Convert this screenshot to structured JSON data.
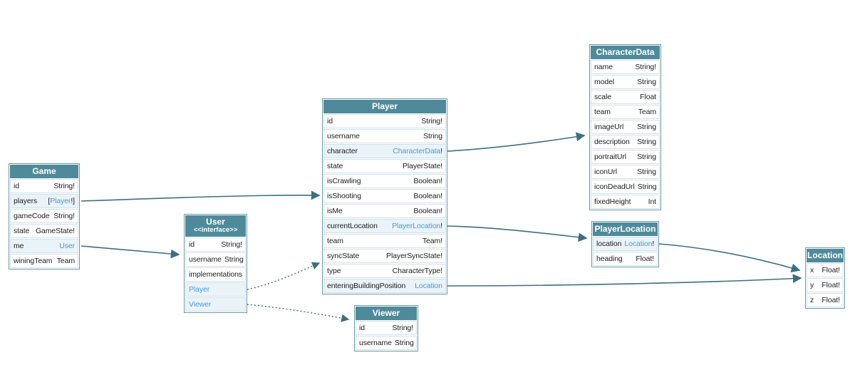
{
  "colors": {
    "header_bg": "#4f8a9a",
    "header_text": "#ffffff",
    "link": "#4a98d8",
    "edge": "#3d6f80",
    "row_highlight": "#eaf3f8",
    "table_border": "#6b9aa9",
    "row_border": "#d2e1e9",
    "text": "#1d1d1d",
    "canvas_bg": "#ffffff"
  },
  "tables": [
    {
      "name": "Game",
      "fields": [
        {
          "name": "id",
          "highlight": false,
          "type": [
            {
              "text": "String!",
              "link": false
            }
          ]
        },
        {
          "name": "players",
          "highlight": true,
          "type": [
            {
              "text": "[",
              "link": false
            },
            {
              "text": "Player",
              "link": true
            },
            {
              "text": "!]",
              "link": false
            }
          ]
        },
        {
          "name": "gameCode",
          "highlight": false,
          "type": [
            {
              "text": "String!",
              "link": false
            }
          ]
        },
        {
          "name": "state",
          "highlight": false,
          "type": [
            {
              "text": "GameState!",
              "link": false
            }
          ]
        },
        {
          "name": "me",
          "highlight": true,
          "type": [
            {
              "text": "User",
              "link": true
            }
          ]
        },
        {
          "name": "winingTeam",
          "highlight": false,
          "type": [
            {
              "text": "Team",
              "link": false
            }
          ]
        }
      ]
    },
    {
      "name": "User",
      "stereotype": "<<interface>>",
      "fields": [
        {
          "name": "id",
          "highlight": false,
          "type": [
            {
              "text": "String!",
              "link": false
            }
          ]
        },
        {
          "name": "username",
          "highlight": false,
          "type": [
            {
              "text": "String",
              "link": false
            }
          ]
        },
        {
          "name": "implementations",
          "highlight": false,
          "type": []
        },
        {
          "name": "Player",
          "name_link": true,
          "highlight": true,
          "type": []
        },
        {
          "name": "Viewer",
          "name_link": true,
          "highlight": true,
          "type": []
        }
      ]
    },
    {
      "name": "Player",
      "fields": [
        {
          "name": "id",
          "highlight": false,
          "type": [
            {
              "text": "String!",
              "link": false
            }
          ]
        },
        {
          "name": "username",
          "highlight": false,
          "type": [
            {
              "text": "String",
              "link": false
            }
          ]
        },
        {
          "name": "character",
          "highlight": true,
          "type": [
            {
              "text": "CharacterData",
              "link": true
            },
            {
              "text": "!",
              "link": false
            }
          ]
        },
        {
          "name": "state",
          "highlight": false,
          "type": [
            {
              "text": "PlayerState!",
              "link": false
            }
          ]
        },
        {
          "name": "isCrawling",
          "highlight": false,
          "type": [
            {
              "text": "Boolean!",
              "link": false
            }
          ]
        },
        {
          "name": "isShooting",
          "highlight": false,
          "type": [
            {
              "text": "Boolean!",
              "link": false
            }
          ]
        },
        {
          "name": "isMe",
          "highlight": false,
          "type": [
            {
              "text": "Boolean!",
              "link": false
            }
          ]
        },
        {
          "name": "currentLocation",
          "highlight": true,
          "type": [
            {
              "text": "PlayerLocation",
              "link": true
            },
            {
              "text": "!",
              "link": false
            }
          ]
        },
        {
          "name": "team",
          "highlight": false,
          "type": [
            {
              "text": "Team!",
              "link": false
            }
          ]
        },
        {
          "name": "syncState",
          "highlight": false,
          "type": [
            {
              "text": "PlayerSyncState!",
              "link": false
            }
          ]
        },
        {
          "name": "type",
          "highlight": false,
          "type": [
            {
              "text": "CharacterType!",
              "link": false
            }
          ]
        },
        {
          "name": "enteringBuildingPosition",
          "highlight": true,
          "type": [
            {
              "text": "Location",
              "link": true
            }
          ]
        }
      ]
    },
    {
      "name": "Viewer",
      "fields": [
        {
          "name": "id",
          "highlight": false,
          "type": [
            {
              "text": "String!",
              "link": false
            }
          ]
        },
        {
          "name": "username",
          "highlight": false,
          "type": [
            {
              "text": "String",
              "link": false
            }
          ]
        }
      ]
    },
    {
      "name": "CharacterData",
      "fields": [
        {
          "name": "name",
          "highlight": false,
          "type": [
            {
              "text": "String!",
              "link": false
            }
          ]
        },
        {
          "name": "model",
          "highlight": false,
          "type": [
            {
              "text": "String",
              "link": false
            }
          ]
        },
        {
          "name": "scale",
          "highlight": false,
          "type": [
            {
              "text": "Float",
              "link": false
            }
          ]
        },
        {
          "name": "team",
          "highlight": false,
          "type": [
            {
              "text": "Team",
              "link": false
            }
          ]
        },
        {
          "name": "imageUrl",
          "highlight": false,
          "type": [
            {
              "text": "String",
              "link": false
            }
          ]
        },
        {
          "name": "description",
          "highlight": false,
          "type": [
            {
              "text": "String",
              "link": false
            }
          ]
        },
        {
          "name": "portraitUrl",
          "highlight": false,
          "type": [
            {
              "text": "String",
              "link": false
            }
          ]
        },
        {
          "name": "iconUrl",
          "highlight": false,
          "type": [
            {
              "text": "String",
              "link": false
            }
          ]
        },
        {
          "name": "iconDeadUrl",
          "highlight": false,
          "type": [
            {
              "text": "String",
              "link": false
            }
          ]
        },
        {
          "name": "fixedHeight",
          "highlight": false,
          "type": [
            {
              "text": "Int",
              "link": false
            }
          ]
        }
      ]
    },
    {
      "name": "PlayerLocation",
      "fields": [
        {
          "name": "location",
          "highlight": true,
          "type": [
            {
              "text": "Location",
              "link": true
            },
            {
              "text": "!",
              "link": false
            }
          ]
        },
        {
          "name": "heading",
          "highlight": false,
          "type": [
            {
              "text": "Float!",
              "link": false
            }
          ]
        }
      ]
    },
    {
      "name": "Location",
      "fields": [
        {
          "name": "x",
          "highlight": false,
          "type": [
            {
              "text": "Float!",
              "link": false
            }
          ]
        },
        {
          "name": "y",
          "highlight": false,
          "type": [
            {
              "text": "Float!",
              "link": false
            }
          ]
        },
        {
          "name": "z",
          "highlight": false,
          "type": [
            {
              "text": "Float!",
              "link": false
            }
          ]
        }
      ]
    }
  ],
  "edges": [
    {
      "from": "Game.players",
      "to": "Player",
      "style": "solid"
    },
    {
      "from": "Game.me",
      "to": "User",
      "style": "solid"
    },
    {
      "from": "User.Player",
      "to": "Player",
      "style": "dotted"
    },
    {
      "from": "User.Viewer",
      "to": "Viewer",
      "style": "dotted"
    },
    {
      "from": "Player.character",
      "to": "CharacterData",
      "style": "solid"
    },
    {
      "from": "Player.currentLocation",
      "to": "PlayerLocation",
      "style": "solid"
    },
    {
      "from": "Player.enteringBuildingPosition",
      "to": "Location",
      "style": "solid"
    },
    {
      "from": "PlayerLocation.location",
      "to": "Location",
      "style": "solid"
    }
  ]
}
